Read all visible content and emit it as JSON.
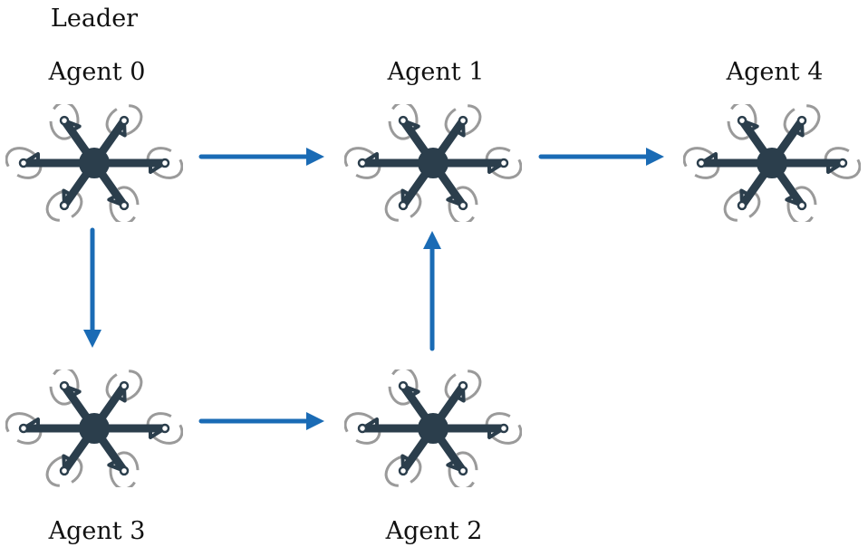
{
  "leader_label": "Leader",
  "agents": [
    {
      "id": 0,
      "label": "Agent 0",
      "role": "leader"
    },
    {
      "id": 1,
      "label": "Agent 1"
    },
    {
      "id": 2,
      "label": "Agent 2"
    },
    {
      "id": 3,
      "label": "Agent 3"
    },
    {
      "id": 4,
      "label": "Agent 4"
    }
  ],
  "edges": [
    {
      "from": "Agent 0",
      "to": "Agent 1"
    },
    {
      "from": "Agent 1",
      "to": "Agent 4"
    },
    {
      "from": "Agent 0",
      "to": "Agent 3"
    },
    {
      "from": "Agent 3",
      "to": "Agent 2"
    },
    {
      "from": "Agent 2",
      "to": "Agent 1"
    }
  ],
  "colors": {
    "arrow": "#1a6bb5",
    "drone_body": "#2b3e4c",
    "rotor": "#9a9a9a"
  }
}
